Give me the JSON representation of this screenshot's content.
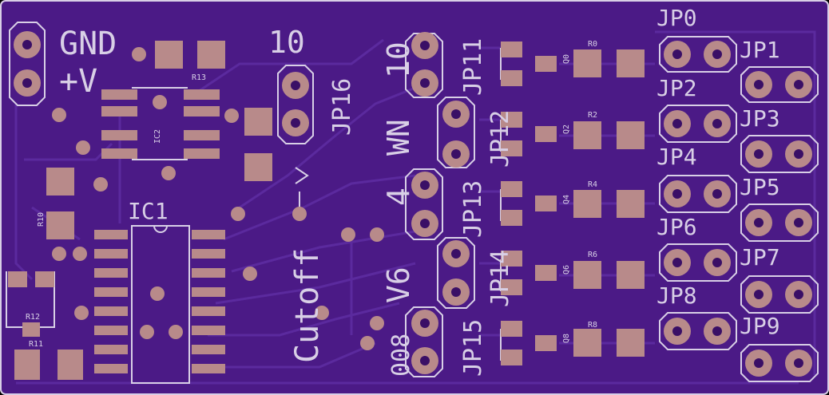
{
  "colors": {
    "board": "#4b1a86",
    "trace": "#5b2a9e",
    "silk": "#d8cfe6",
    "pad": "#b88a8a",
    "hole": "#2a0a4a"
  },
  "labels": {
    "gnd": "GND",
    "vplus": "+V",
    "ten": "10",
    "jp16": "JP16",
    "cutoff": "Cutoff",
    "arrow": "->",
    "j10": "10",
    "jp11": "JP11",
    "wn": "WN",
    "jp12": "JP12",
    "j4": "4",
    "jp13": "JP13",
    "v6": "V6",
    "jp14": "JP14",
    "jp15": "JP15",
    "j008": "008",
    "ic1": "IC1",
    "ic2": "IC2",
    "r13": "R13",
    "r10": "R10",
    "r12": "R12",
    "r11": "R11",
    "r0": "R0",
    "r2": "R2",
    "r4": "R4",
    "r6": "R6",
    "r8": "R8",
    "q0": "Q0",
    "q2": "Q2",
    "q4": "Q4",
    "q6": "Q6",
    "q8": "Q8",
    "jp0": "JP0",
    "jp1": "JP1",
    "jp2": "JP2",
    "jp3": "JP3",
    "jp4": "JP4",
    "jp5": "JP5",
    "jp6": "JP6",
    "jp7": "JP7",
    "jp8": "JP8",
    "jp9": "JP9"
  }
}
